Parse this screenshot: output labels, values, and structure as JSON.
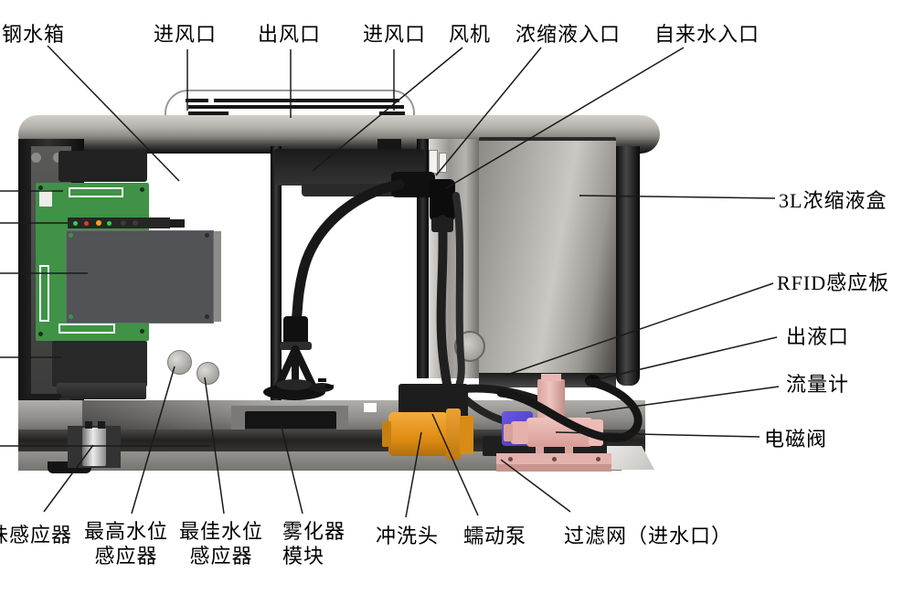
{
  "diagram_type": "labeled-cutaway-machine-diagram",
  "labels": {
    "top": [
      {
        "text": "钢水箱"
      },
      {
        "text": "进风口"
      },
      {
        "text": "出风口"
      },
      {
        "text": "进风口"
      },
      {
        "text": "风机"
      },
      {
        "text": "浓缩液入口"
      },
      {
        "text": "自来水入口"
      }
    ],
    "right": [
      {
        "text": "3L浓缩液盒"
      },
      {
        "text": "RFID感应板"
      },
      {
        "text": "出液口"
      },
      {
        "text": "流量计"
      },
      {
        "text": "电磁阀"
      }
    ],
    "bottom": [
      {
        "text": "味感应器"
      },
      {
        "text": "最高水位\n感应器"
      },
      {
        "text": "最佳水位\n感应器"
      },
      {
        "text": "雾化器\n模块"
      },
      {
        "text": "冲洗头"
      },
      {
        "text": "蠕动泵"
      },
      {
        "text": "过滤网（进水口）"
      }
    ]
  },
  "colors": {
    "pcb_green": "#3f9246",
    "display_gray": "#515356",
    "rinse_head_orange": "#e8971e",
    "solenoid_pink": "#e8b4b0",
    "pump_purple": "#5a48d8",
    "led_green": "#3ec94f",
    "led_red": "#e23a2e",
    "led_orange": "#f6a21c",
    "leader_line": "#1a1a1a",
    "chassis_dark": "#161616",
    "metal_light": "#c9c6c1"
  }
}
